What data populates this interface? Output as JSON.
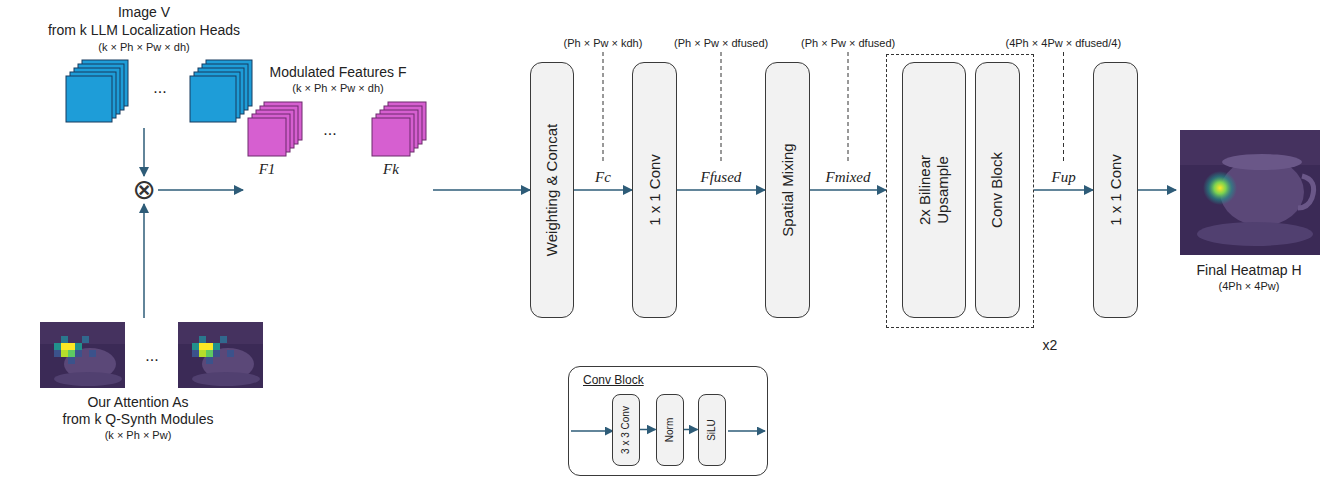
{
  "diagram": {
    "nodes": [
      {
        "text": [
          "Image V",
          "from k LLM Localization Heads",
          "(k × Ph × Pw × dh)",
          "..."
        ]
      },
      {
        "text": [
          "⊗"
        ]
      },
      {
        "text": [
          "...",
          "Our Attention As",
          "from k Q-Synth Modules",
          "(k × Ph × Pw)"
        ]
      },
      {
        "text": [
          "Modulated Features F",
          "(k × Ph × Pw × dh)",
          "F1",
          "...",
          "Fk"
        ]
      },
      {
        "text": [
          "Weighting & Concat"
        ]
      },
      {
        "text": [
          "1 x 1 Conv"
        ]
      },
      {
        "text": [
          "Spatial Mixing"
        ]
      },
      {
        "text": [
          "x2"
        ]
      },
      {
        "text": [
          "2x Bilinear Upsample"
        ],
        "in": 7
      },
      {
        "text": [
          "Conv Block"
        ],
        "in": 7
      },
      {
        "text": [
          "1 x 1 Conv"
        ]
      },
      {
        "text": [
          "Final Heatmap H",
          "(4Ph × 4Pw)"
        ]
      },
      {
        "text": [
          "Conv Block"
        ]
      },
      {
        "text": [
          "3 x 3 Conv"
        ],
        "in": 12
      },
      {
        "text": [
          "Norm"
        ],
        "in": 12
      },
      {
        "text": [
          "SiLU"
        ],
        "in": 12
      }
    ],
    "edges": [
      {
        "from": 0,
        "to": 1,
        "arrow": "to"
      },
      {
        "from": 2,
        "to": 1,
        "arrow": "to"
      },
      {
        "from": 1,
        "to": 3,
        "arrow": "to"
      },
      {
        "from": 3,
        "to": 4,
        "arrow": "to"
      },
      {
        "from": 4,
        "to": 5,
        "label": "Fc",
        "arrow": "to"
      },
      {
        "from": 5,
        "to": 6,
        "label": "Ffused",
        "arrow": "to"
      },
      {
        "from": 6,
        "to": 7,
        "label": "Fmixed",
        "arrow": "to"
      },
      {
        "from": 7,
        "to": 10,
        "label": "Fup",
        "arrow": "to"
      },
      {
        "from": 10,
        "to": 11,
        "arrow": "to"
      },
      {
        "from": 13,
        "to": 14,
        "arrow": "to"
      },
      {
        "from": 14,
        "to": 15,
        "arrow": "to"
      }
    ],
    "labels": [
      "(Ph × Pw × kdh)",
      "(Ph × Pw × dfused)",
      "(Ph × Pw × dfused)",
      "(4Ph × 4Pw × dfused/4)"
    ]
  }
}
